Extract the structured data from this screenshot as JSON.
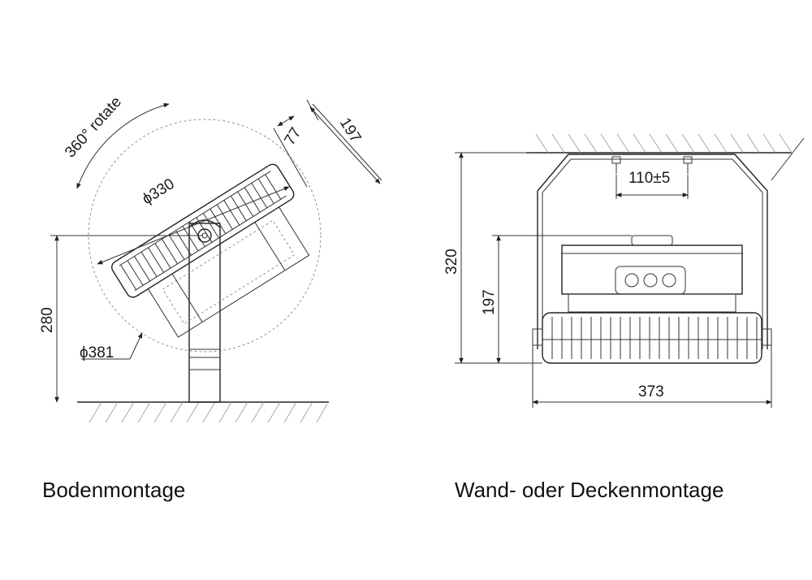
{
  "left_view": {
    "caption": "Bodenmontage",
    "rotate_label": "360° rotate",
    "dim_diameter_330": "ϕ330",
    "dim_diameter_381": "ϕ381",
    "dim_height_280": "280",
    "dim_77": "77",
    "dim_197": "197"
  },
  "right_view": {
    "caption": "Wand- oder Deckenmontage",
    "dim_bolt_spacing": "110±5",
    "dim_height_320": "320",
    "dim_height_197": "197",
    "dim_width_373": "373"
  }
}
